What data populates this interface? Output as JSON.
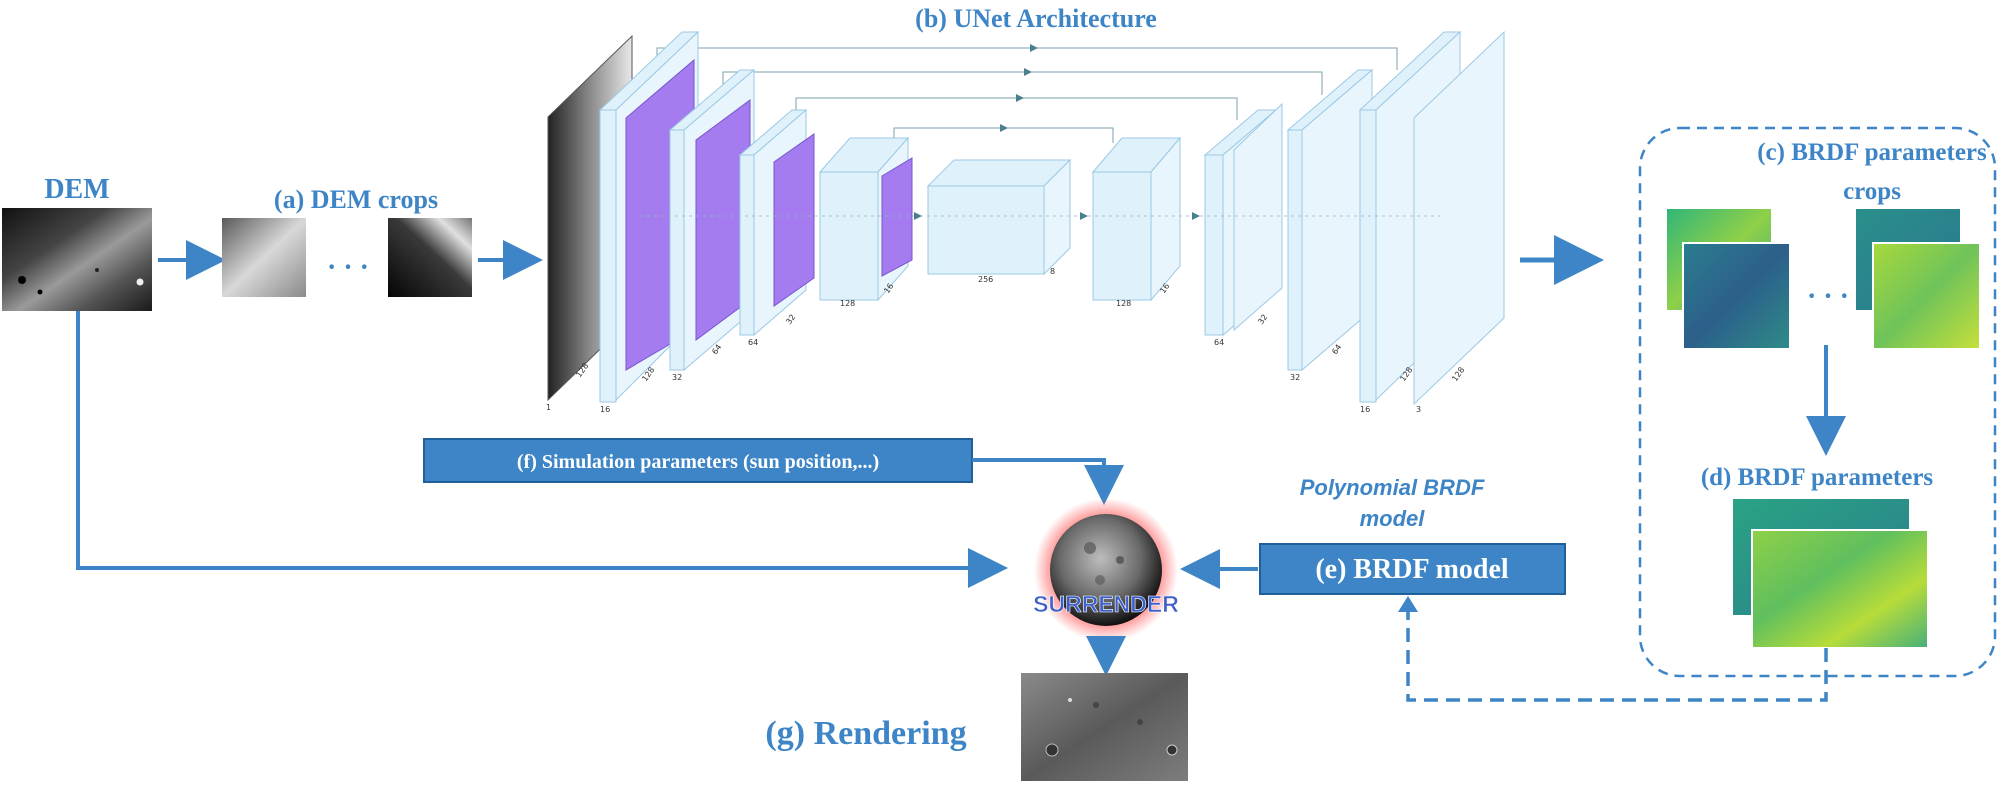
{
  "labels": {
    "dem": "DEM",
    "dem_crops": "(a)  DEM crops",
    "crops_dots": "· · ·",
    "unet": "(b) UNet Architecture",
    "brdf_crops_line1": "(c) BRDF parameters",
    "brdf_crops_line2": "crops",
    "brdf_crops_dots": "· · ·",
    "brdf_params": "(d) BRDF parameters",
    "brdf_model": "(e) BRDF model",
    "sim_params": "(f) Simulation parameters (sun position,...)",
    "rendering": "(g) Rendering",
    "poly_line1": "Polynomial BRDF",
    "poly_line2": "model",
    "surrender": "SURRENDER"
  },
  "unet_dims": {
    "input": [
      "1",
      "128",
      "128"
    ],
    "enc1": [
      "16",
      "128",
      "128"
    ],
    "enc2": [
      "32",
      "64",
      "64"
    ],
    "enc3": [
      "64",
      "32",
      "32"
    ],
    "enc4": [
      "128",
      "16",
      "16"
    ],
    "bottleneck": [
      "256",
      "8",
      "8"
    ],
    "dec1": [
      "128",
      "16",
      "16"
    ],
    "dec2": [
      "64",
      "32",
      "32"
    ],
    "dec3": [
      "32",
      "64",
      "64"
    ],
    "dec4": [
      "16",
      "128",
      "128"
    ],
    "output": [
      "3",
      "128",
      "128"
    ]
  },
  "colors": {
    "accent": "#3d85c6",
    "layer_fill": "#dff1fb",
    "layer_edge": "#9cc9e4",
    "conv_purple": "#a47cf0",
    "box_fill": "#3d85c6",
    "box_edge": "#1f5f9a",
    "brdf_teal": "#2a8f8a",
    "brdf_yellow": "#b9dc3a"
  }
}
